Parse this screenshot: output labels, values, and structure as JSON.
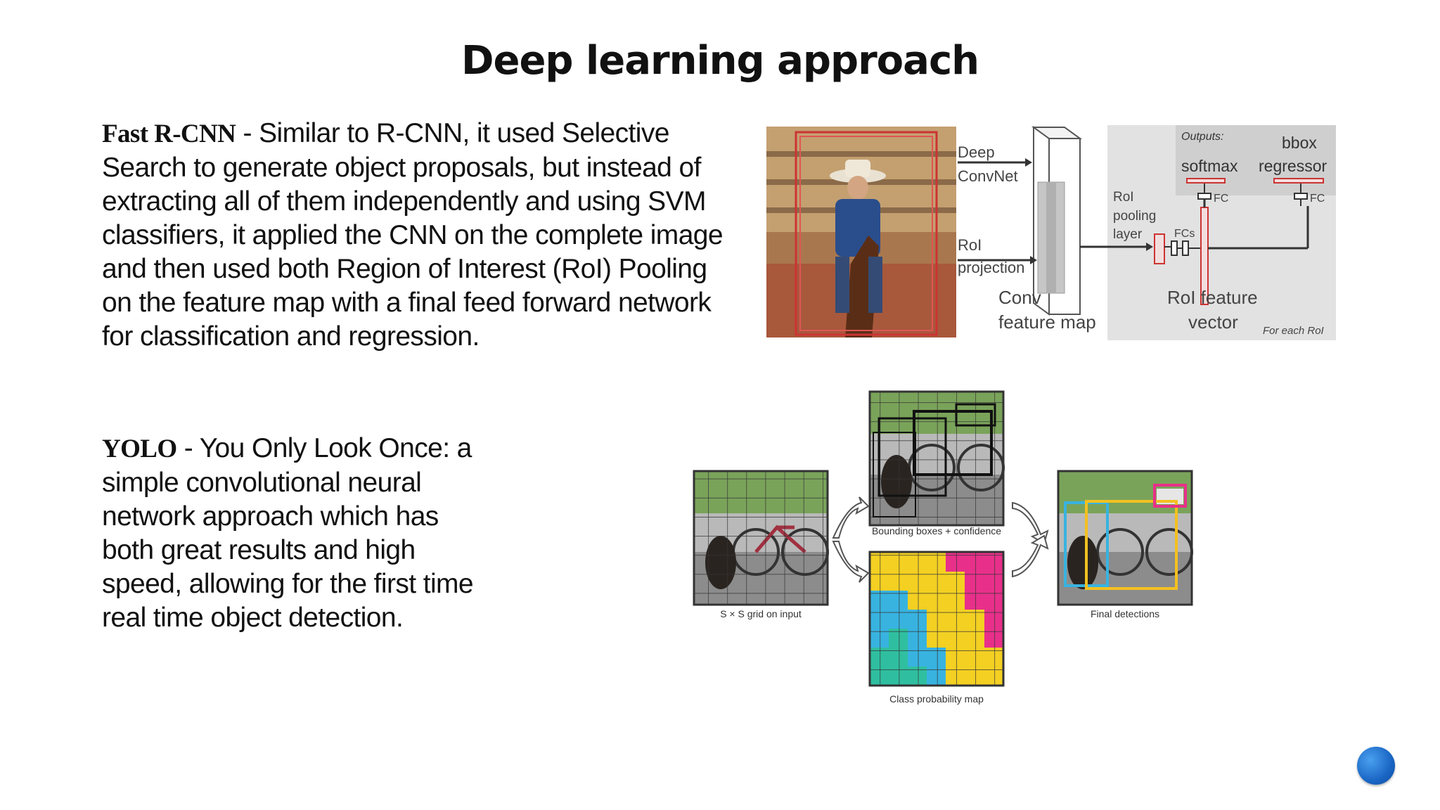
{
  "slide": {
    "title": "Deep learning approach"
  },
  "fast_rcnn": {
    "lead": "Fast R-CNN",
    "sep": " - ",
    "lines": [
      "Similar to R-CNN, it used Selective",
      "Search to generate object proposals, but instead of",
      "extracting all of them independently and using SVM",
      "classifiers, it applied the CNN on the complete image",
      "and then used both Region of Interest (RoI) Pooling",
      "on the feature map with a final feed forward network",
      "for classification and regression."
    ],
    "figure": {
      "deep_convnet": "Deep ConvNet",
      "roi_projection": "RoI projection",
      "conv_feature_map": "Conv feature map",
      "roi_pooling_layer": "RoI pooling layer",
      "fcs": "FCs",
      "outputs": "Outputs:",
      "softmax": "softmax",
      "bbox_regressor": "bbox regressor",
      "fc": "FC",
      "roi_feature_vector": "RoI feature vector",
      "for_each_roi": "For each RoI"
    }
  },
  "yolo": {
    "lead": "YOLO",
    "sep": " - ",
    "lines": [
      "You Only Look Once: a",
      "simple convolutional neural",
      "network approach which has",
      "both great results and high",
      "speed, allowing for the first time",
      "real time object detection."
    ],
    "figure": {
      "grid_caption": "S × S grid on input",
      "bbox_caption": "Bounding boxes + confidence",
      "class_caption": "Class probability map",
      "final_caption": "Final detections"
    }
  }
}
